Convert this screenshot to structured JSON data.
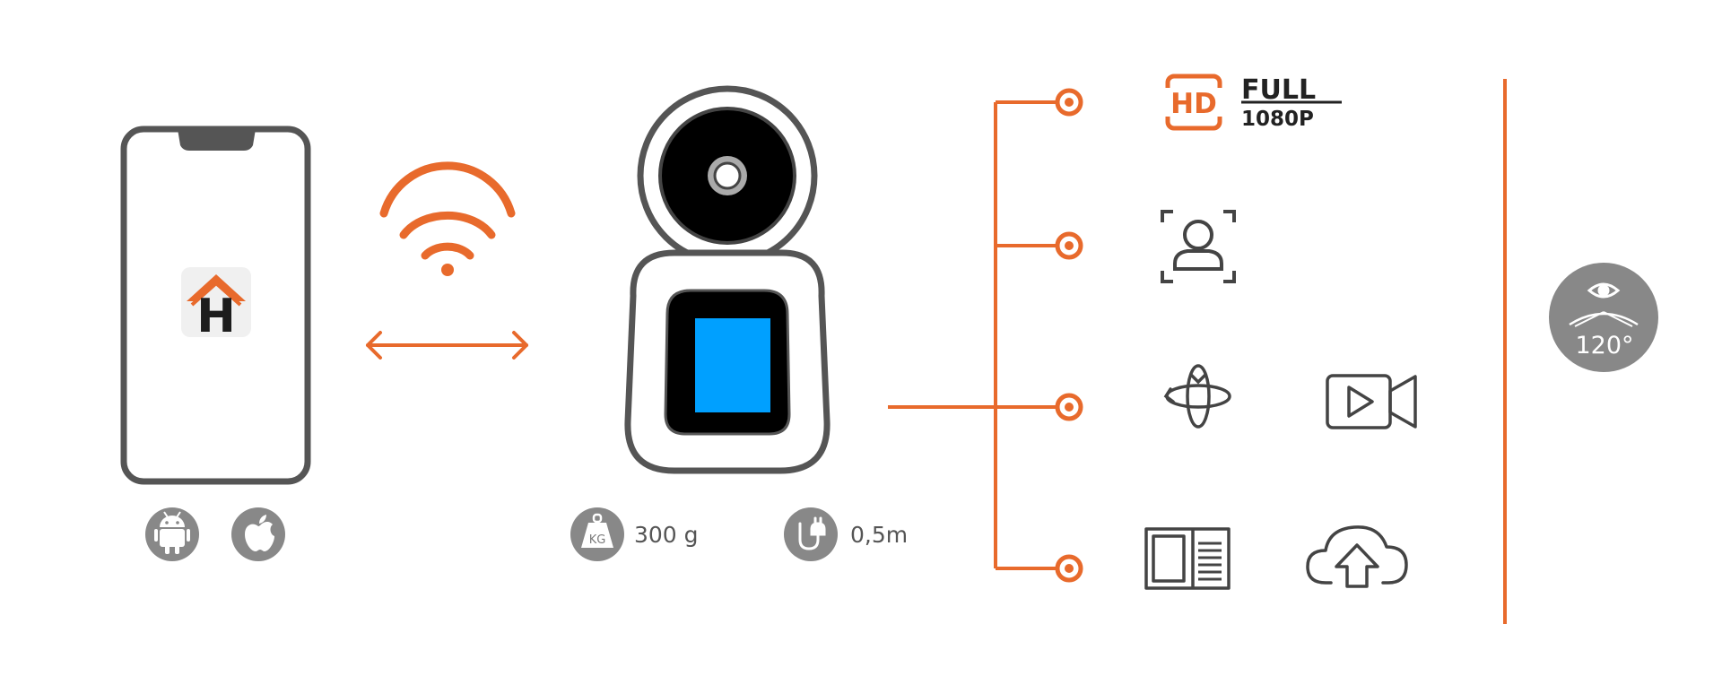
{
  "colors": {
    "accent": "#e86a2c",
    "outline": "#555555",
    "screen": "#00a0ff",
    "badge": "#888888"
  },
  "app": {
    "icon": "house-h-app-icon",
    "letter": "H"
  },
  "platforms": [
    {
      "icon": "android-icon"
    },
    {
      "icon": "apple-icon"
    }
  ],
  "specs": {
    "weight": {
      "icon": "weight-kg-icon",
      "badge_text": "KG",
      "label": "300 g"
    },
    "cable": {
      "icon": "power-plug-icon",
      "label": "0,5m"
    }
  },
  "features": {
    "hd": {
      "badge": "HD",
      "title": "FULL",
      "resolution": "1080P"
    },
    "items": [
      {
        "icon": "face-detection-icon"
      },
      {
        "icon": "rotation-360-icon"
      },
      {
        "icon": "video-recording-icon"
      },
      {
        "icon": "sd-card-icon"
      },
      {
        "icon": "cloud-upload-icon"
      }
    ]
  },
  "field_of_view": {
    "icon": "eye-icon",
    "label": "120°"
  }
}
